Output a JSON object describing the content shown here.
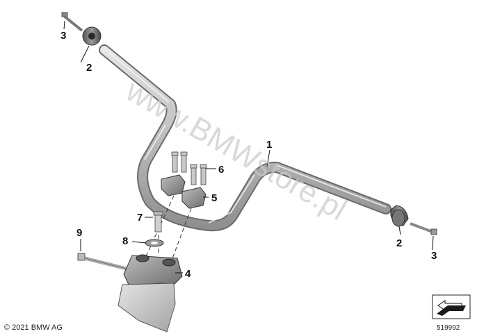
{
  "diagram": {
    "watermark": "www.BMWstore.pl",
    "copyright": "© 2021 BMW AG",
    "drawing_number": "519992",
    "callouts": [
      {
        "id": "c1",
        "label": "1"
      },
      {
        "id": "c2a",
        "label": "2"
      },
      {
        "id": "c2b",
        "label": "2"
      },
      {
        "id": "c3a",
        "label": "3"
      },
      {
        "id": "c3b",
        "label": "3"
      },
      {
        "id": "c4",
        "label": "4"
      },
      {
        "id": "c5",
        "label": "5"
      },
      {
        "id": "c6",
        "label": "6"
      },
      {
        "id": "c7",
        "label": "7"
      },
      {
        "id": "c8",
        "label": "8"
      },
      {
        "id": "c9",
        "label": "9"
      }
    ]
  }
}
